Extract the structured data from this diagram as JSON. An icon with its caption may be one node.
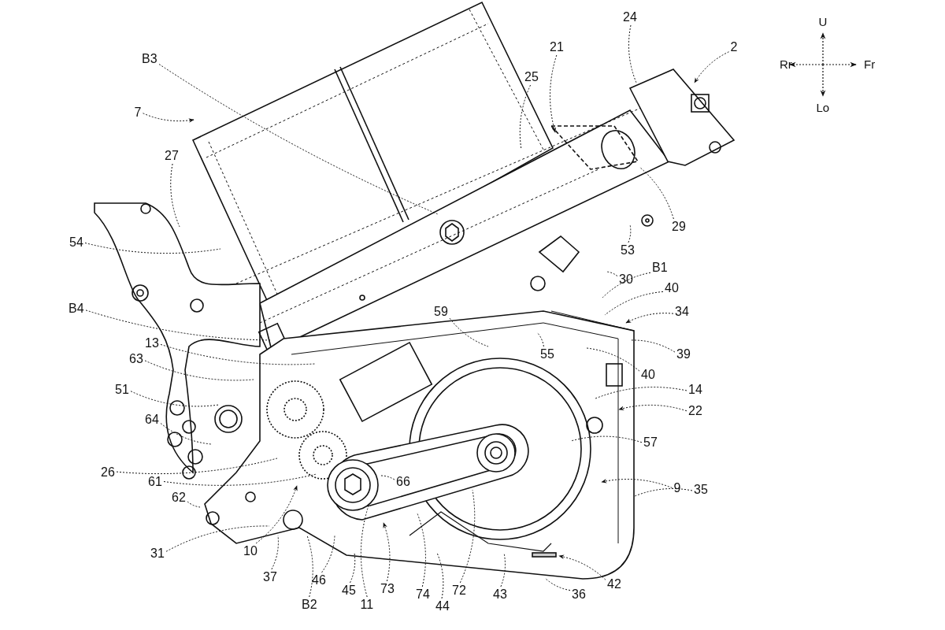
{
  "diagram": {
    "nodes": [
      {
        "text": [
          "24"
        ]
      },
      {
        "text": [
          "B3"
        ]
      },
      {
        "text": [
          "21"
        ]
      },
      {
        "text": [
          "2"
        ]
      },
      {
        "text": [
          "25"
        ]
      },
      {
        "text": [
          "7"
        ]
      },
      {
        "text": [
          "27"
        ]
      },
      {
        "text": [
          "29"
        ]
      },
      {
        "text": [
          "54"
        ]
      },
      {
        "text": [
          "53"
        ]
      },
      {
        "text": [
          "30"
        ]
      },
      {
        "text": [
          "B1"
        ]
      },
      {
        "text": [
          "40"
        ]
      },
      {
        "text": [
          "B4"
        ]
      },
      {
        "text": [
          "34"
        ]
      },
      {
        "text": [
          "59"
        ]
      },
      {
        "text": [
          "13"
        ]
      },
      {
        "text": [
          "55"
        ]
      },
      {
        "text": [
          "39"
        ]
      },
      {
        "text": [
          "63"
        ]
      },
      {
        "text": [
          "40"
        ]
      },
      {
        "text": [
          "14"
        ]
      },
      {
        "text": [
          "51"
        ]
      },
      {
        "text": [
          "22"
        ]
      },
      {
        "text": [
          "64"
        ]
      },
      {
        "text": [
          "57"
        ]
      },
      {
        "text": [
          "26"
        ]
      },
      {
        "text": [
          "61"
        ]
      },
      {
        "text": [
          "66"
        ]
      },
      {
        "text": [
          "9"
        ]
      },
      {
        "text": [
          "35"
        ]
      },
      {
        "text": [
          "62"
        ]
      },
      {
        "text": [
          "10"
        ]
      },
      {
        "text": [
          "31"
        ]
      },
      {
        "text": [
          "37"
        ]
      },
      {
        "text": [
          "46"
        ]
      },
      {
        "text": [
          "42"
        ]
      },
      {
        "text": [
          "45"
        ]
      },
      {
        "text": [
          "73"
        ]
      },
      {
        "text": [
          "72"
        ]
      },
      {
        "text": [
          "74"
        ]
      },
      {
        "text": [
          "43"
        ]
      },
      {
        "text": [
          "36"
        ]
      },
      {
        "text": [
          "11"
        ]
      },
      {
        "text": [
          "44"
        ]
      },
      {
        "text": [
          "B2"
        ]
      }
    ],
    "edges": [
      {
        "from": 0,
        "to": null,
        "arrow": "none"
      },
      {
        "from": 1,
        "to": null,
        "arrow": "none"
      },
      {
        "from": 2,
        "to": null,
        "arrow": "to"
      },
      {
        "from": 3,
        "to": null,
        "arrow": "to"
      },
      {
        "from": 4,
        "to": null,
        "arrow": "none"
      },
      {
        "from": 5,
        "to": null,
        "arrow": "to"
      },
      {
        "from": 6,
        "to": null,
        "arrow": "none"
      },
      {
        "from": 7,
        "to": null,
        "arrow": "none"
      },
      {
        "from": 8,
        "to": null,
        "arrow": "none"
      },
      {
        "from": 9,
        "to": null,
        "arrow": "none"
      },
      {
        "from": 10,
        "to": null,
        "arrow": "none"
      },
      {
        "from": 11,
        "to": null,
        "arrow": "none"
      },
      {
        "from": 12,
        "to": null,
        "arrow": "none"
      },
      {
        "from": 13,
        "to": null,
        "arrow": "none"
      },
      {
        "from": 14,
        "to": null,
        "arrow": "to"
      },
      {
        "from": 15,
        "to": null,
        "arrow": "none"
      },
      {
        "from": 16,
        "to": null,
        "arrow": "none"
      },
      {
        "from": 17,
        "to": null,
        "arrow": "none"
      },
      {
        "from": 18,
        "to": null,
        "arrow": "none"
      },
      {
        "from": 19,
        "to": null,
        "arrow": "none"
      },
      {
        "from": 20,
        "to": null,
        "arrow": "none"
      },
      {
        "from": 21,
        "to": null,
        "arrow": "none"
      },
      {
        "from": 22,
        "to": null,
        "arrow": "none"
      },
      {
        "from": 23,
        "to": null,
        "arrow": "to"
      },
      {
        "from": 24,
        "to": null,
        "arrow": "none"
      },
      {
        "from": 25,
        "to": null,
        "arrow": "none"
      },
      {
        "from": 26,
        "to": null,
        "arrow": "none"
      },
      {
        "from": 27,
        "to": null,
        "arrow": "none"
      },
      {
        "from": 28,
        "to": null,
        "arrow": "none"
      },
      {
        "from": 29,
        "to": null,
        "arrow": "to"
      },
      {
        "from": 30,
        "to": null,
        "arrow": "none"
      },
      {
        "from": 31,
        "to": null,
        "arrow": "none"
      },
      {
        "from": 32,
        "to": null,
        "arrow": "to"
      },
      {
        "from": 33,
        "to": null,
        "arrow": "none"
      },
      {
        "from": 34,
        "to": null,
        "arrow": "none"
      },
      {
        "from": 35,
        "to": null,
        "arrow": "none"
      },
      {
        "from": 36,
        "to": null,
        "arrow": "to"
      },
      {
        "from": 37,
        "to": null,
        "arrow": "none"
      },
      {
        "from": 38,
        "to": null,
        "arrow": "to"
      },
      {
        "from": 39,
        "to": null,
        "arrow": "none"
      },
      {
        "from": 40,
        "to": null,
        "arrow": "none"
      },
      {
        "from": 41,
        "to": null,
        "arrow": "none"
      },
      {
        "from": 42,
        "to": null,
        "arrow": "none"
      },
      {
        "from": 43,
        "to": null,
        "arrow": "none"
      },
      {
        "from": 44,
        "to": null,
        "arrow": "none"
      },
      {
        "from": 45,
        "to": null,
        "arrow": "none"
      }
    ],
    "labels": [
      "U",
      "Rr",
      "Fr",
      "Lo"
    ]
  }
}
